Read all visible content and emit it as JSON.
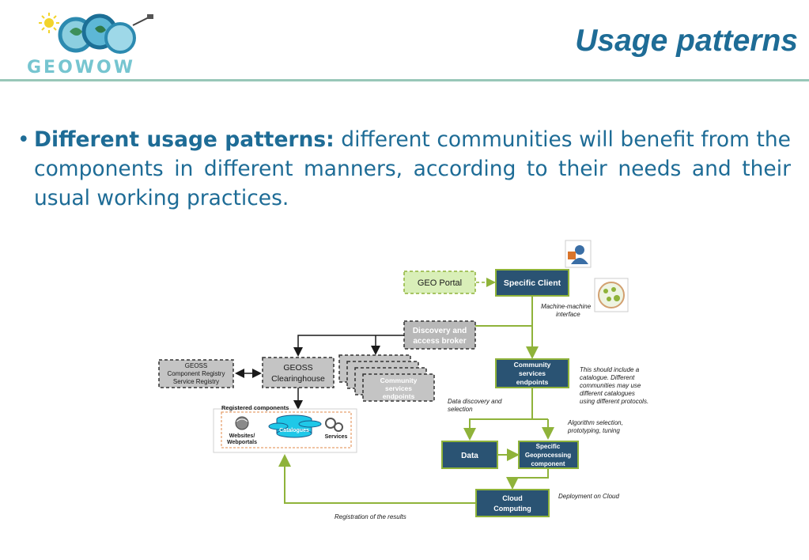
{
  "header": {
    "logo_text": "GEOWOW",
    "title": "Usage patterns"
  },
  "bullet": {
    "lead": "Different usage patterns:",
    "text": " different communities will benefit from the components in different manners, according to their needs and their usual working practices."
  },
  "diagram": {
    "geo_portal": "GEO Portal",
    "specific_client": "Specific Client",
    "machine_interface_1": "Machine-machine",
    "machine_interface_2": "interface",
    "broker_1": "Discovery and",
    "broker_2": "access broker",
    "registry_1": "GEOSS",
    "registry_2": "Component Registry",
    "registry_3": "Service Registry",
    "clearinghouse_1": "GEOSS",
    "clearinghouse_2": "Clearinghouse",
    "stack_1": "Community",
    "stack_2": "services",
    "stack_3": "endpoints",
    "registered_components": "Registered components",
    "websites_1": "Websites/",
    "websites_2": "Webportals",
    "catalogues": "Catalogues",
    "services": "Services",
    "endpoints_1": "Community",
    "endpoints_2": "services",
    "endpoints_3": "endpoints",
    "note_1": "This should include a",
    "note_2": "catalogue. Different",
    "note_3": "communities may use",
    "note_4": "different catalogues",
    "note_5": "using different protocols.",
    "discovery_1": "Data discovery and",
    "discovery_2": "selection",
    "algorithm_1": "Algorithm selection,",
    "algorithm_2": "prototyping, tuning",
    "data": "Data",
    "geoproc_1": "Specific",
    "geoproc_2": "Geoprocessing",
    "geoproc_3": "component",
    "cloud_1": "Cloud",
    "cloud_2": "Computing",
    "deployment": "Deployment on Cloud",
    "registration": "Registration of the results"
  },
  "colors": {
    "title": "#1e6c96",
    "rule": "#98c7b8",
    "node_fill": "#2a5373",
    "node_border": "#8fb33a",
    "arrow_green": "#8fb33a",
    "portal_fill": "#d9efb8",
    "grey_fill": "#c4c4c4",
    "cyan": "#1fc8e8"
  },
  "icons": [
    "user-icon",
    "machine-interface-icon",
    "globe-icon",
    "database-icon",
    "gears-icon"
  ]
}
